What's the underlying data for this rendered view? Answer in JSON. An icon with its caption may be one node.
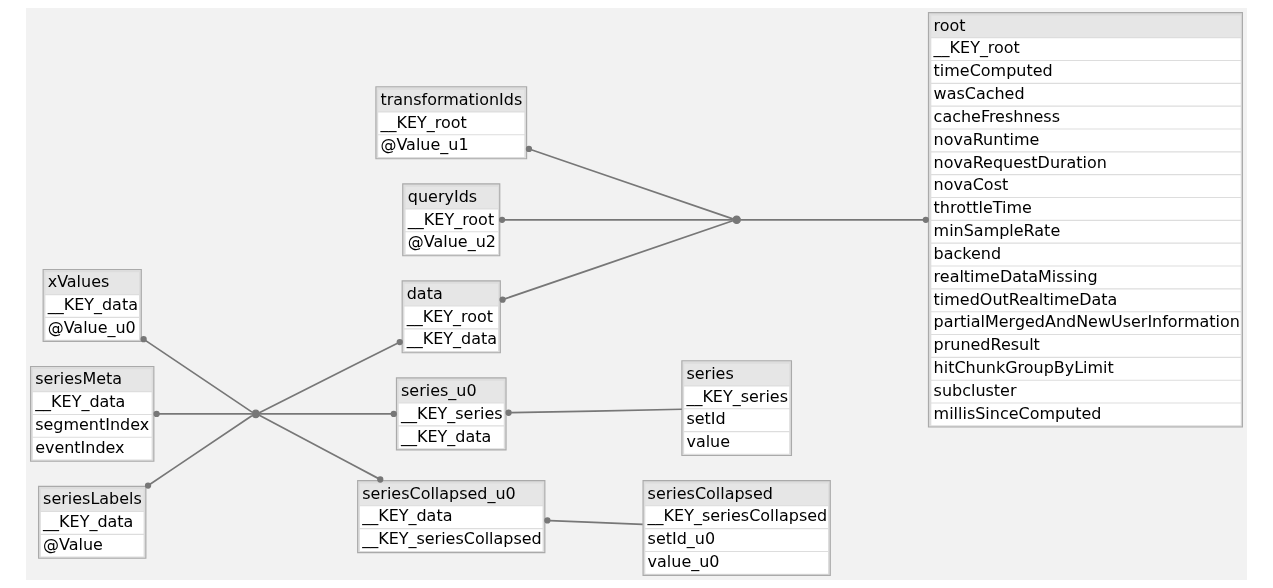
{
  "diagram": {
    "nodes": [
      {
        "text": [
          "transformationIds",
          "__KEY_root",
          "@Value_u1"
        ]
      },
      {
        "text": [
          "queryIds",
          "__KEY_root",
          "@Value_u2"
        ]
      },
      {
        "text": [
          "root",
          "__KEY_root",
          "timeComputed",
          "wasCached",
          "cacheFreshness",
          "novaRuntime",
          "novaRequestDuration",
          "novaCost",
          "throttleTime",
          "minSampleRate",
          "backend",
          "realtimeDataMissing",
          "timedOutRealtimeData",
          "partialMergedAndNewUserInformation",
          "prunedResult",
          "hitChunkGroupByLimit",
          "subcluster",
          "millisSinceComputed"
        ]
      },
      {
        "text": [
          "xValues",
          "__KEY_data",
          "@Value_u0"
        ]
      },
      {
        "text": [
          "data",
          "__KEY_root",
          "__KEY_data"
        ]
      },
      {
        "text": [
          "series",
          "__KEY_series",
          "setId",
          "value"
        ]
      },
      {
        "text": [
          "series_u0",
          "__KEY_series",
          "__KEY_data"
        ]
      },
      {
        "text": [
          "seriesMeta",
          "__KEY_data",
          "segmentIndex",
          "eventIndex"
        ]
      },
      {
        "text": [
          "seriesLabels",
          "__KEY_data",
          "@Value"
        ]
      },
      {
        "text": [
          "seriesCollapsed_u0",
          "__KEY_data",
          "__KEY_seriesCollapsed"
        ]
      },
      {
        "text": [
          "seriesCollapsed",
          "__KEY_seriesCollapsed",
          "setId_u0",
          "value_u0"
        ]
      },
      {
        "text": [],
        "shape": "circle"
      },
      {
        "text": [],
        "shape": "circle"
      }
    ],
    "edges": [
      {
        "from": 0,
        "to": 11,
        "arrow": "other"
      },
      {
        "from": 1,
        "to": 11,
        "arrow": "other"
      },
      {
        "from": 2,
        "to": 11,
        "arrow": "other"
      },
      {
        "from": 4,
        "to": 11,
        "arrow": "other"
      },
      {
        "from": 3,
        "to": 12,
        "arrow": "other"
      },
      {
        "from": 4,
        "to": 12,
        "arrow": "other"
      },
      {
        "from": 6,
        "to": 12,
        "arrow": "other"
      },
      {
        "from": 7,
        "to": 12,
        "arrow": "other"
      },
      {
        "from": 8,
        "to": 12,
        "arrow": "other"
      },
      {
        "from": 9,
        "to": 12,
        "arrow": "other"
      },
      {
        "from": 6,
        "to": 5,
        "arrow": "other"
      },
      {
        "from": 9,
        "to": 10,
        "arrow": "other"
      }
    ]
  }
}
